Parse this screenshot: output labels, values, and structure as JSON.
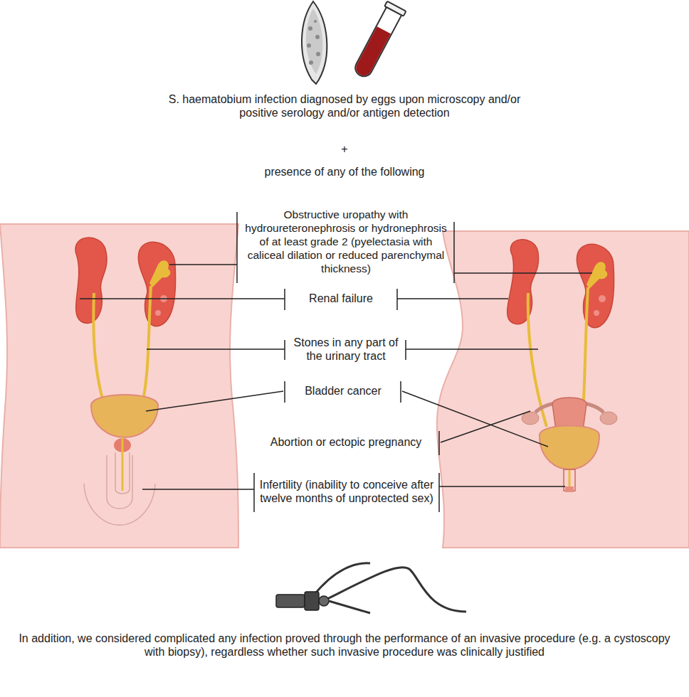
{
  "diagram": {
    "labels": [
      "S. haematobium infection diagnosed by eggs upon microscopy and/or positive serology and/or antigen detection",
      "+",
      "presence of any of the following",
      "Obstructive uropathy with hydroureteronephrosis or hydronephrosis of at least grade 2 (pyelectasia with caliceal dilation or reduced parenchymal thickness)",
      "Renal failure",
      "Stones in any part of the urinary tract",
      "Bladder cancer",
      "Abortion or ectopic pregnancy",
      "Infertility (inability to conceive after twelve months of unprotected sex)",
      "In addition, we considered complicated any infection proved through the performance of an invasive procedure (e.g. a cystoscopy with biopsy), regardless whether such invasive procedure was clinically justified"
    ]
  }
}
